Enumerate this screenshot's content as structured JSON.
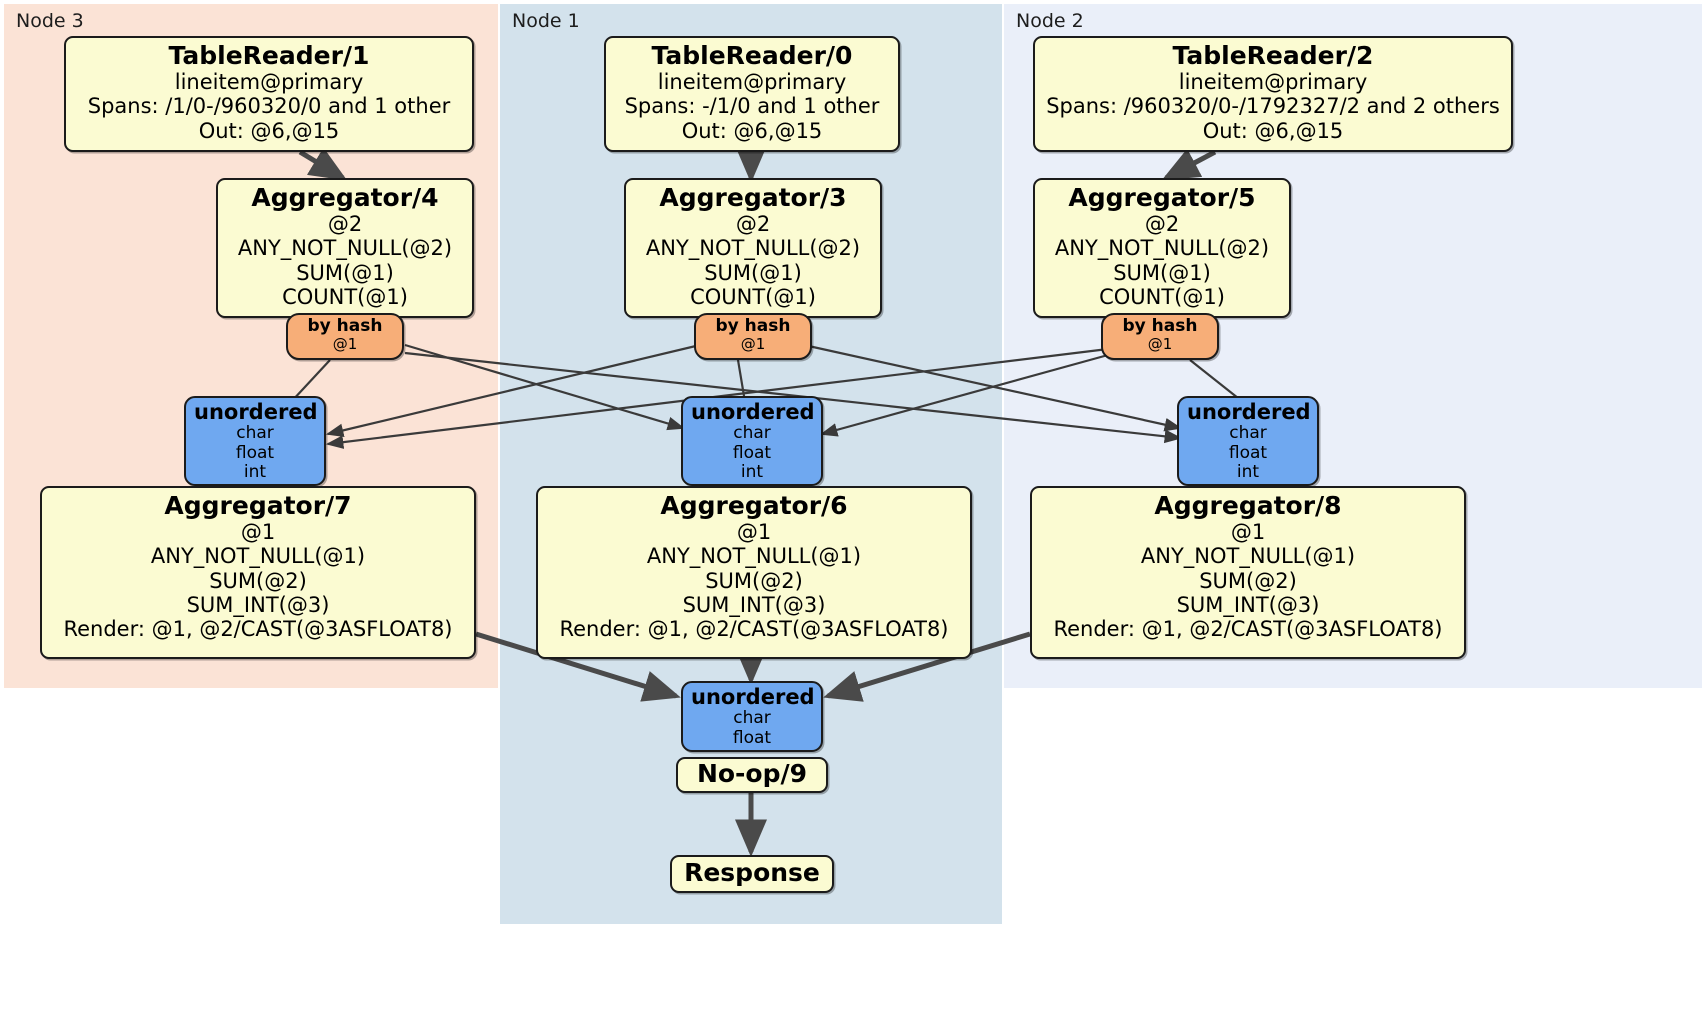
{
  "diagram": {
    "type": "distributed-query-plan",
    "colors": {
      "node3_panel": "#fbe3d6",
      "node1_panel": "#d3e2ec",
      "node2_panel": "#eaeff9",
      "processor_box": "#fbfbd2",
      "stream_box": "#6fa8f0",
      "hash_router_box": "#f7ae78",
      "edge": "#4a4a4a",
      "border": "#1b1b1b",
      "background": "#ffffff"
    }
  },
  "panels": [
    {
      "id": "node3",
      "label": "Node 3"
    },
    {
      "id": "node1",
      "label": "Node 1"
    },
    {
      "id": "node2",
      "label": "Node 2"
    }
  ],
  "nodes": {
    "table_reader_1": {
      "title": "TableReader/1",
      "lines": [
        "lineitem@primary",
        "Spans: /1/0-/960320/0 and 1 other",
        "Out: @6,@15"
      ]
    },
    "table_reader_0": {
      "title": "TableReader/0",
      "lines": [
        "lineitem@primary",
        "Spans: -/1/0 and 1 other",
        "Out: @6,@15"
      ]
    },
    "table_reader_2": {
      "title": "TableReader/2",
      "lines": [
        "lineitem@primary",
        "Spans: /960320/0-/1792327/2 and 2 others",
        "Out: @6,@15"
      ]
    },
    "aggregator_4": {
      "title": "Aggregator/4",
      "lines": [
        "@2",
        "ANY_NOT_NULL(@2)",
        "SUM(@1)",
        "COUNT(@1)"
      ]
    },
    "aggregator_3": {
      "title": "Aggregator/3",
      "lines": [
        "@2",
        "ANY_NOT_NULL(@2)",
        "SUM(@1)",
        "COUNT(@1)"
      ]
    },
    "aggregator_5": {
      "title": "Aggregator/5",
      "lines": [
        "@2",
        "ANY_NOT_NULL(@2)",
        "SUM(@1)",
        "COUNT(@1)"
      ]
    },
    "hash_4": {
      "title": "by hash",
      "lines": [
        "@1"
      ]
    },
    "hash_3": {
      "title": "by hash",
      "lines": [
        "@1"
      ]
    },
    "hash_5": {
      "title": "by hash",
      "lines": [
        "@1"
      ]
    },
    "unordered_7": {
      "title": "unordered",
      "lines": [
        "char",
        "float",
        "int"
      ]
    },
    "unordered_6": {
      "title": "unordered",
      "lines": [
        "char",
        "float",
        "int"
      ]
    },
    "unordered_8": {
      "title": "unordered",
      "lines": [
        "char",
        "float",
        "int"
      ]
    },
    "aggregator_7": {
      "title": "Aggregator/7",
      "lines": [
        "@1",
        "ANY_NOT_NULL(@1)",
        "SUM(@2)",
        "SUM_INT(@3)",
        "Render: @1, @2/CAST(@3ASFLOAT8)"
      ]
    },
    "aggregator_6": {
      "title": "Aggregator/6",
      "lines": [
        "@1",
        "ANY_NOT_NULL(@1)",
        "SUM(@2)",
        "SUM_INT(@3)",
        "Render: @1, @2/CAST(@3ASFLOAT8)"
      ]
    },
    "aggregator_8": {
      "title": "Aggregator/8",
      "lines": [
        "@1",
        "ANY_NOT_NULL(@1)",
        "SUM(@2)",
        "SUM_INT(@3)",
        "Render: @1, @2/CAST(@3ASFLOAT8)"
      ]
    },
    "unordered_final": {
      "title": "unordered",
      "lines": [
        "char",
        "float"
      ]
    },
    "noop_9": {
      "title": "No-op/9",
      "lines": []
    },
    "response": {
      "title": "Response",
      "lines": []
    }
  }
}
